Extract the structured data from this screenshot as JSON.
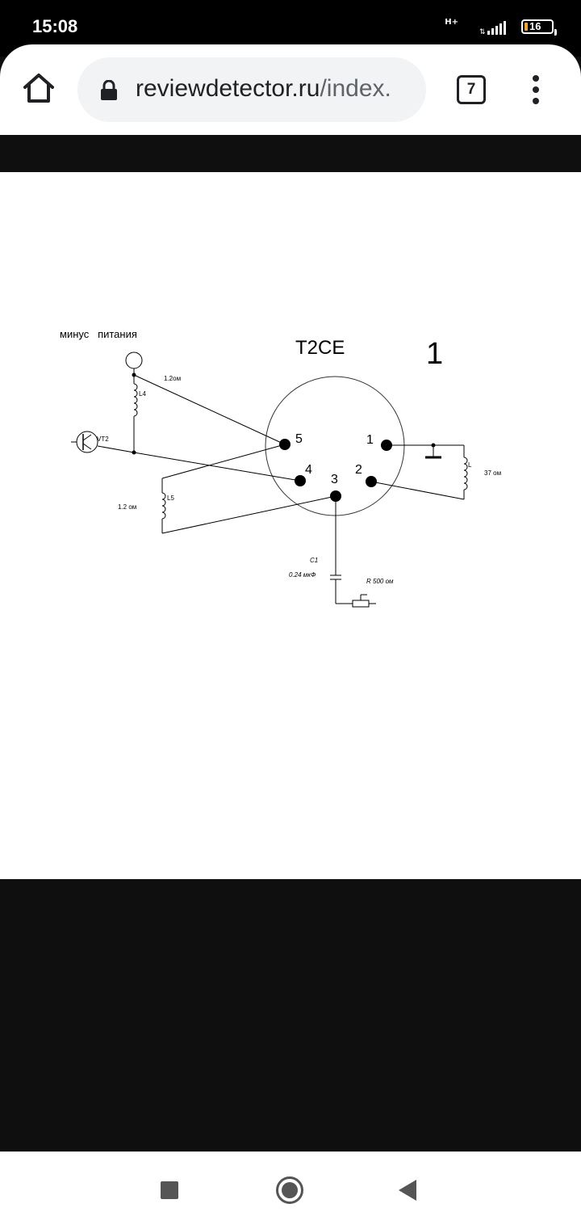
{
  "status_bar": {
    "time": "15:08",
    "network": "H+",
    "battery": "16"
  },
  "browser": {
    "url_domain": "reviewdetector.ru",
    "url_path": "/index.",
    "tab_count": "7"
  },
  "diagram": {
    "title": "T2CE",
    "figure_number": "1",
    "supply_label": "минус   питания",
    "pins": [
      "1",
      "2",
      "3",
      "4",
      "5"
    ],
    "labels": {
      "l4": "L4",
      "l4_resistance": "1.2ом",
      "vt2": "VT2",
      "l5": "L5",
      "l5_resistance": "1.2 ом",
      "l": "L",
      "l_resistance": "37 ом",
      "c1": "C1",
      "c1_value": "0.24 мкФ",
      "r_value": "R 500 ом"
    }
  }
}
